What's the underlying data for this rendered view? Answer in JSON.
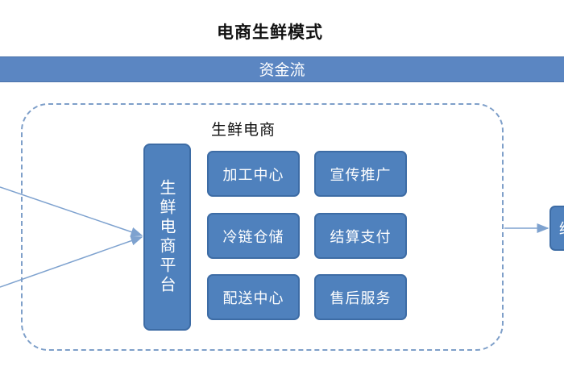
{
  "diagram": {
    "title": "电商生鲜模式",
    "capital_flow_label": "资金流",
    "group_label": "生鲜电商",
    "platform_label": "生鲜电商平台",
    "modules": [
      {
        "label": "加工中心"
      },
      {
        "label": "宣传推广"
      },
      {
        "label": "冷链仓储"
      },
      {
        "label": "结算支付"
      },
      {
        "label": "配送中心"
      },
      {
        "label": "售后服务"
      }
    ],
    "right_node_partial_label": "结"
  },
  "colors": {
    "box_fill": "#4f81bd",
    "box_border": "#3d6ca5",
    "bar_fill": "#5b86c2",
    "dashed_border": "#7e9fc9",
    "connector": "#7ea2cf"
  }
}
